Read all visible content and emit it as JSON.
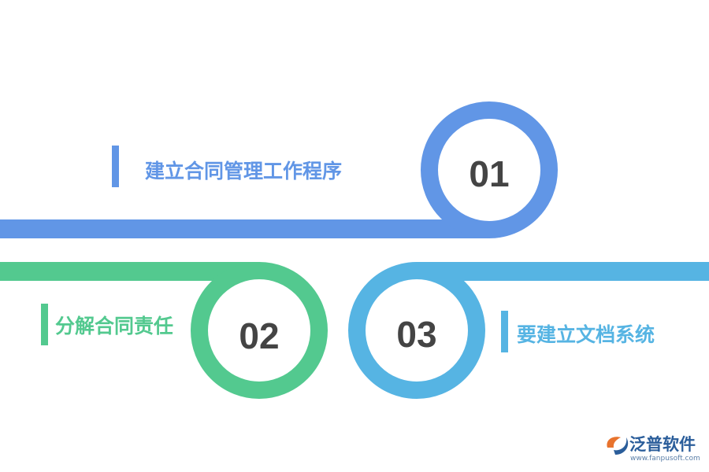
{
  "steps": [
    {
      "number": "01",
      "label": "建立合同管理工作程序",
      "color": "#6196e6"
    },
    {
      "number": "02",
      "label": "分解合同责任",
      "color": "#53c98f"
    },
    {
      "number": "03",
      "label": "要建立文档系统",
      "color": "#56b4e3"
    }
  ],
  "logo": {
    "brand": "泛普软件",
    "url": "www.fanpusoft.com",
    "icon": "fanpu-logo-icon"
  }
}
